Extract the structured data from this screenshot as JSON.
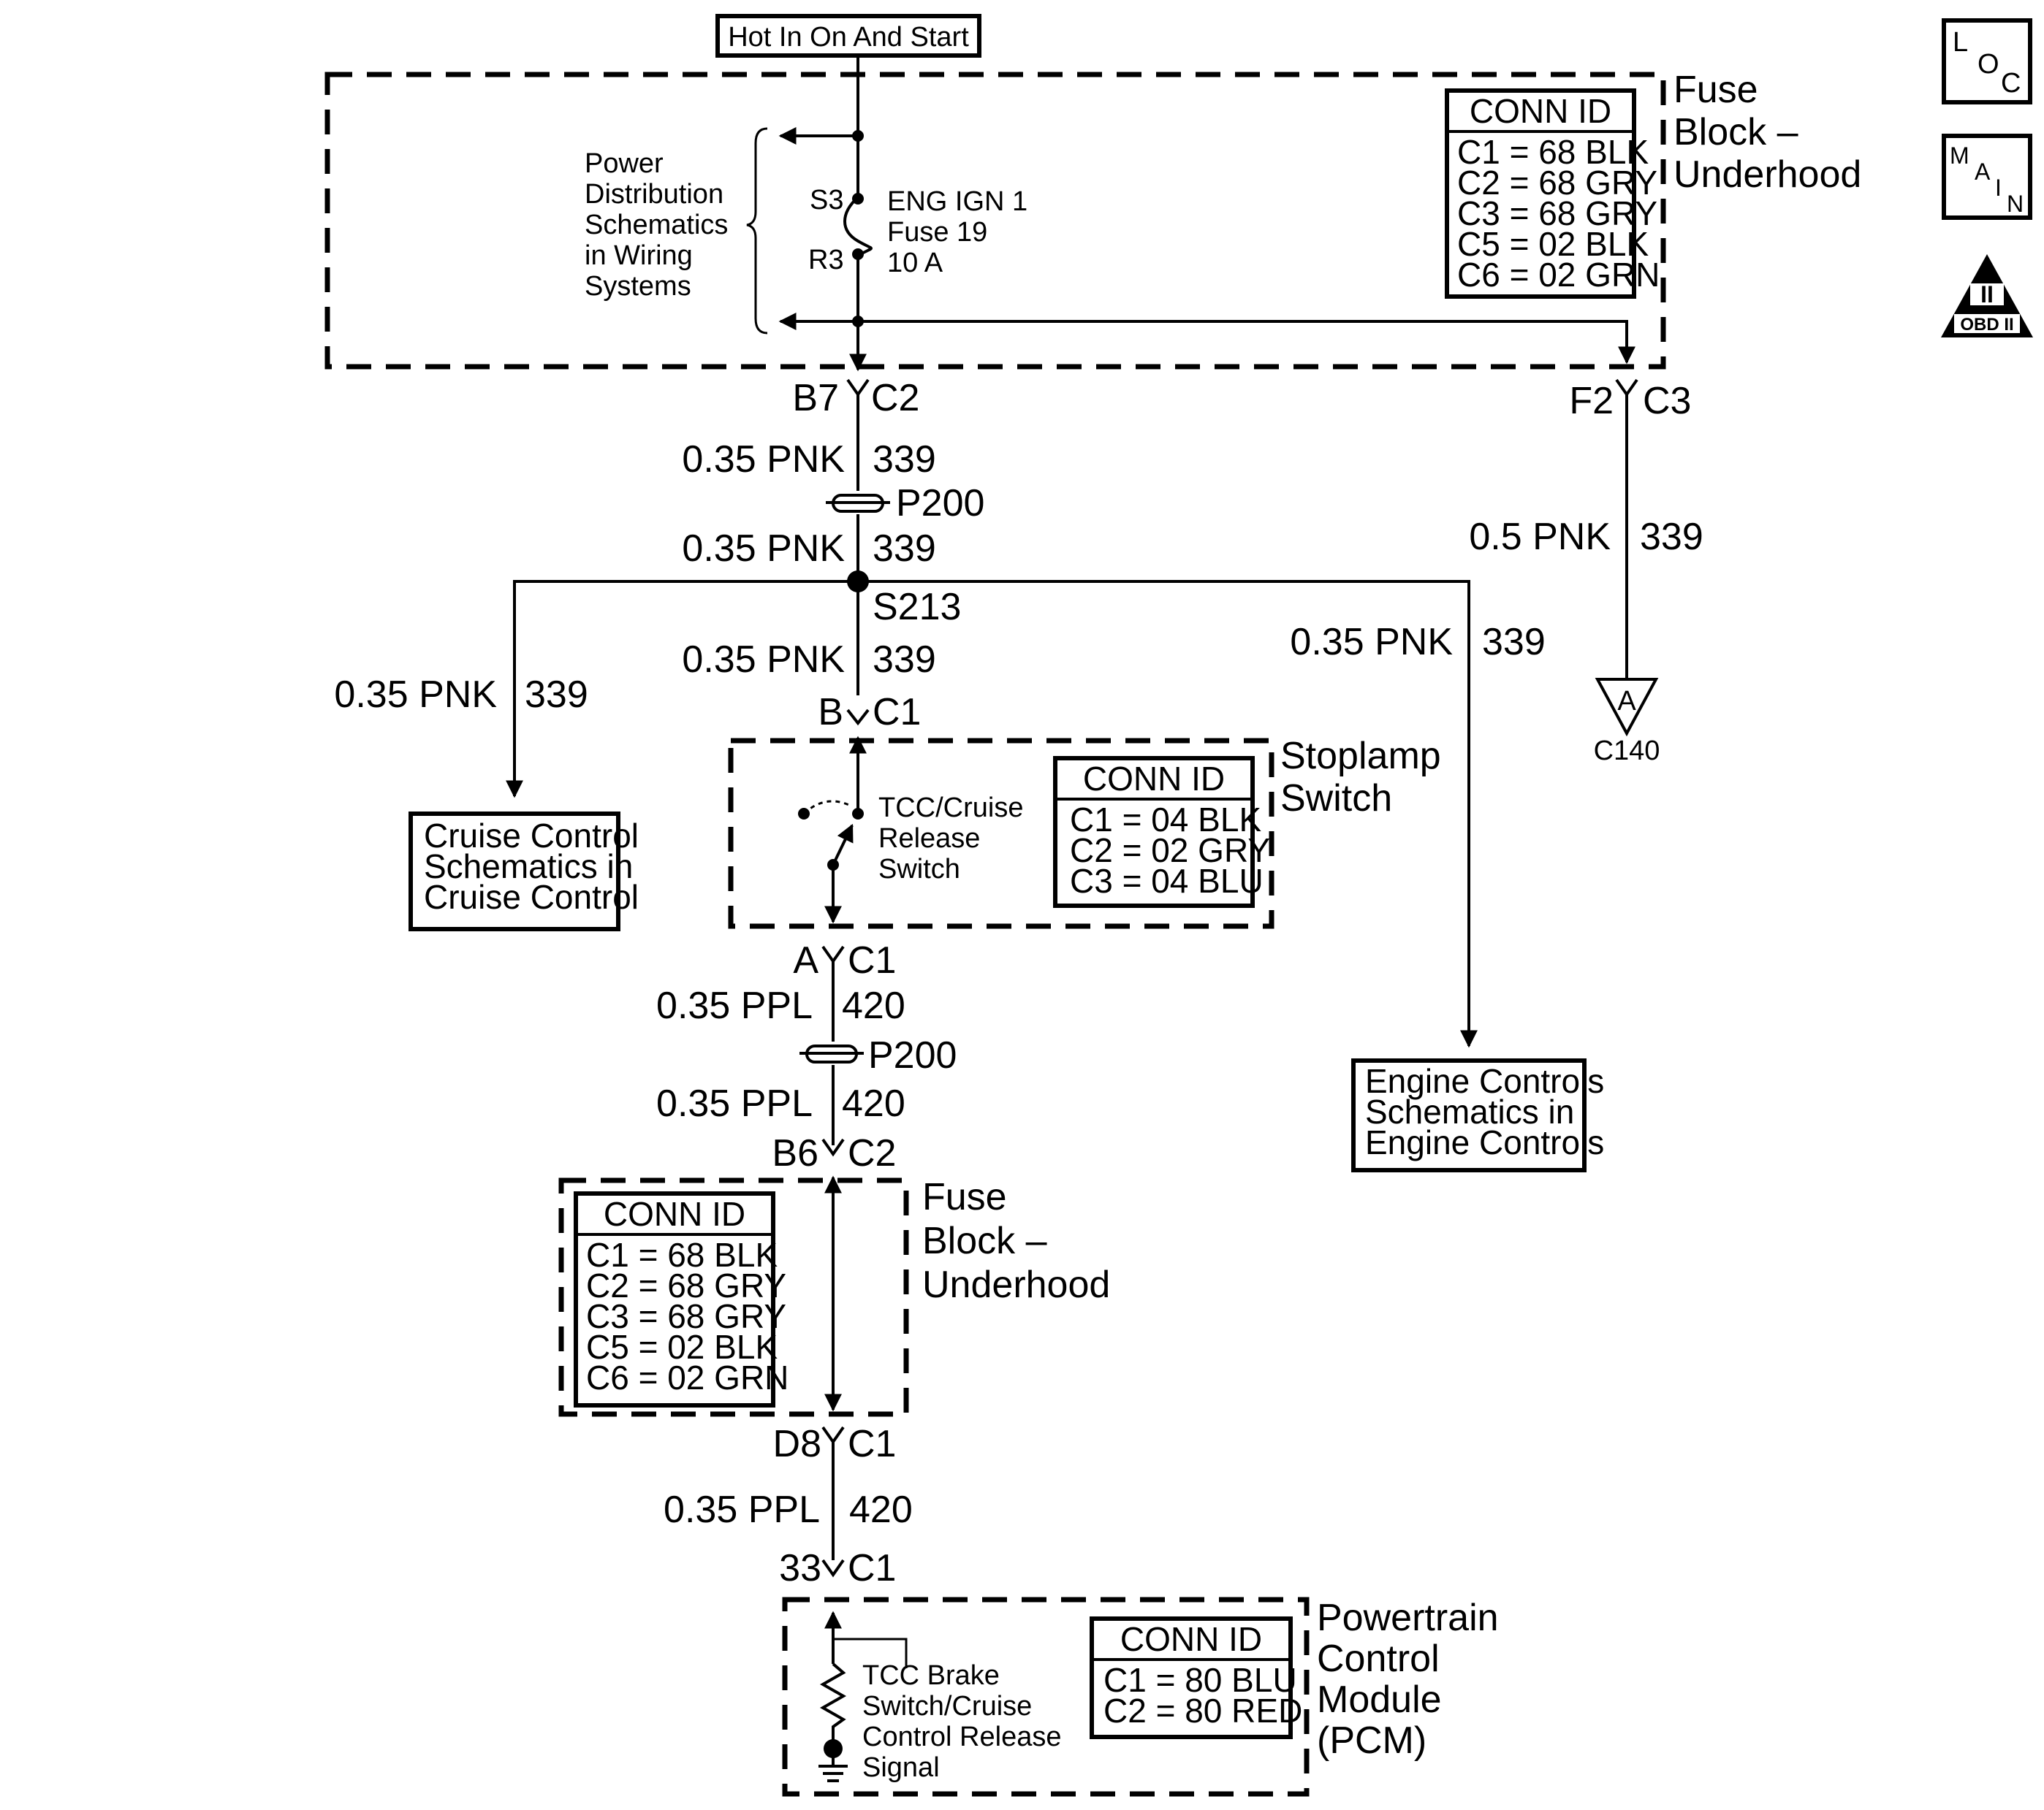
{
  "header": {
    "power_source": "Hot In On And Start"
  },
  "side_icons": {
    "loc": [
      "L",
      "O",
      "C"
    ],
    "main": [
      "M",
      "A",
      "I",
      "N"
    ],
    "obd_roman": "II",
    "obd_text": "OBD II"
  },
  "fuse_block_top": {
    "name_lines": [
      "Fuse",
      "Block –",
      "Underhood"
    ],
    "conn_id": {
      "title": "CONN ID",
      "rows": [
        "C1 = 68 BLK",
        "C2 = 68 GRY",
        "C3 = 68 GRY",
        "C5 = 02 BLK",
        "C6 = 02 GRN"
      ]
    },
    "power_distribution_ref": [
      "Power",
      "Distribution",
      "Schematics",
      "in Wiring",
      "Systems"
    ],
    "fuse_pin_top": "S3",
    "fuse_pin_bottom": "R3",
    "fuse_label": [
      "ENG IGN 1",
      "Fuse 19",
      "10 A"
    ],
    "left_pin": "B7",
    "left_conn": "C2",
    "right_pin": "F2",
    "right_conn": "C3"
  },
  "wires": {
    "w1": {
      "gauge": "0.35 PNK",
      "circuit": "339"
    },
    "w2": {
      "gauge": "0.35 PNK",
      "circuit": "339"
    },
    "w3": {
      "gauge": "0.35 PNK",
      "circuit": "339"
    },
    "w_left": {
      "gauge": "0.35 PNK",
      "circuit": "339"
    },
    "w_engine": {
      "gauge": "0.35 PNK",
      "circuit": "339"
    },
    "w_right": {
      "gauge": "0.5 PNK",
      "circuit": "339"
    },
    "w4": {
      "gauge": "0.35 PPL",
      "circuit": "420"
    },
    "w5": {
      "gauge": "0.35 PPL",
      "circuit": "420"
    },
    "w6": {
      "gauge": "0.35 PPL",
      "circuit": "420"
    }
  },
  "pass_through_1": "P200",
  "pass_through_2": "P200",
  "splice": "S213",
  "connector_c140": {
    "letter": "A",
    "name": "C140"
  },
  "cruise_ref": [
    "Cruise Control",
    "Schematics in",
    "Cruise Control"
  ],
  "engine_ref": [
    "Engine Controls",
    "Schematics in",
    "Engine Controls"
  ],
  "stoplamp": {
    "name_lines": [
      "Stoplamp",
      "Switch"
    ],
    "switch_label": [
      "TCC/Cruise",
      "Release",
      "Switch"
    ],
    "conn_id": {
      "title": "CONN ID",
      "rows": [
        "C1 = 04 BLK",
        "C2 = 02 GRY",
        "C3 = 04 BLU"
      ]
    },
    "in_pin": "B",
    "in_conn": "C1",
    "out_pin": "A",
    "out_conn": "C1"
  },
  "fuse_block_bottom": {
    "name_lines": [
      "Fuse",
      "Block –",
      "Underhood"
    ],
    "conn_id": {
      "title": "CONN ID",
      "rows": [
        "C1 = 68 BLK",
        "C2 = 68 GRY",
        "C3 = 68 GRY",
        "C5 = 02 BLK",
        "C6 = 02 GRN"
      ]
    },
    "in_pin": "B6",
    "in_conn": "C2",
    "out_pin": "D8",
    "out_conn": "C1"
  },
  "pcm": {
    "name_lines": [
      "Powertrain",
      "Control",
      "Module",
      "(PCM)"
    ],
    "signal_label": [
      "TCC Brake",
      "Switch/Cruise",
      "Control Release",
      "Signal"
    ],
    "conn_id": {
      "title": "CONN ID",
      "rows": [
        "C1 = 80 BLU",
        "C2 = 80 RED"
      ]
    },
    "in_pin": "33",
    "in_conn": "C1"
  }
}
